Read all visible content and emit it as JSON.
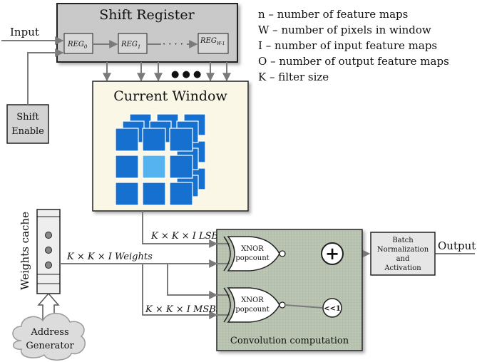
{
  "shift_register": {
    "title": "Shift Register",
    "registers": [
      "REG0",
      "REG1",
      "REGW-1"
    ],
    "dots": "· · · ·"
  },
  "input_label": "Input",
  "shift_enable": [
    "Shift",
    "Enable"
  ],
  "current_window": {
    "title": "Current Window"
  },
  "bus_dots": "● ● ●",
  "legend": [
    "n  –  number of feature maps",
    "W  –  number of pixels in window",
    "I  –  number of input feature maps",
    "O  –  number of output feature maps",
    "K  –  filter size"
  ],
  "weights_cache": {
    "label": "Weights cache"
  },
  "address_generator": [
    "Address",
    "Generator"
  ],
  "signals": {
    "weights": "K × K × I  Weights",
    "lsbs": "K × K × I  LSBs",
    "msbs": "K × K × I  MSBs"
  },
  "convolution": {
    "label": "Convolution computation",
    "xnor1": [
      "XNOR",
      "popcount"
    ],
    "xnor2": [
      "XNOR",
      "popcount"
    ],
    "adder": "+",
    "shift": "<<1"
  },
  "batch_norm": [
    "Batch",
    "Normalization",
    "and",
    "Activation"
  ],
  "output_label": "Output",
  "colors": {
    "register_bg": "#c9c9c9",
    "window_bg": "#fbf7e6",
    "pixel_blue": "#1670cf",
    "pixel_highlight": "#55b4f0",
    "conv_bg": "#b9c4b1",
    "wire": "#7a7a7a"
  }
}
